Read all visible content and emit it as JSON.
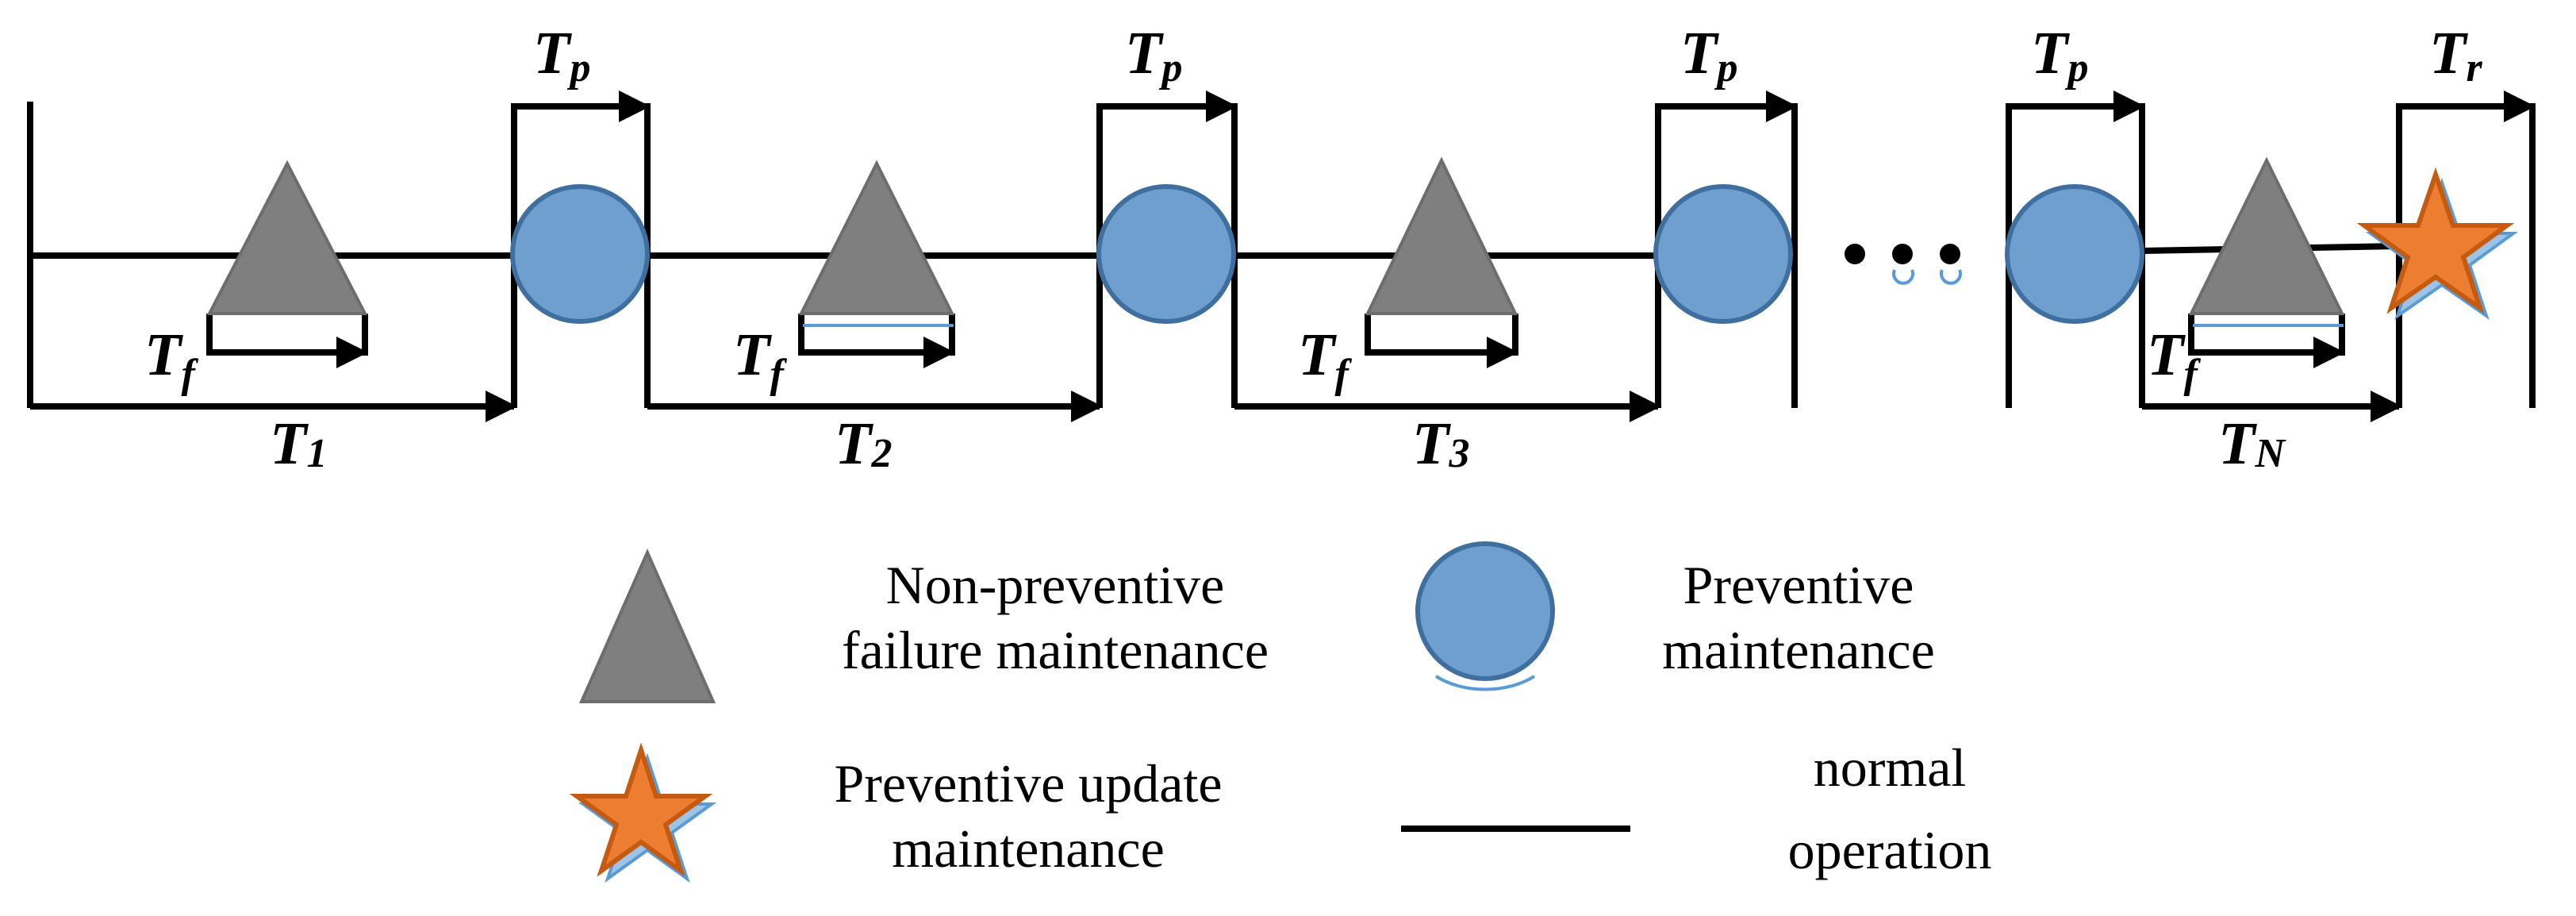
{
  "colors": {
    "line": "#000000",
    "failure_triangle": "#7f7f7f",
    "preventive_circle": "#6f9fcf",
    "update_star": "#ed7d31",
    "shadow": "#5b9bd5"
  },
  "labels": {
    "tp1": "T",
    "tp1_sub": "p",
    "tp2": "T",
    "tp2_sub": "p",
    "tp3": "T",
    "tp3_sub": "p",
    "tp4": "T",
    "tp4_sub": "p",
    "tr": "T",
    "tr_sub": "r",
    "tf1": "T",
    "tf1_sub": "f",
    "tf2": "T",
    "tf2_sub": "f",
    "tf3": "T",
    "tf3_sub": "f",
    "tf4": "T",
    "tf4_sub": "f",
    "t1": "T",
    "t1_sub": "1",
    "t2": "T",
    "t2_sub": "2",
    "t3": "T",
    "t3_sub": "3",
    "tn": "T",
    "tn_sub": "N"
  },
  "legend": {
    "failure_line1": "Non-preventive",
    "failure_line2": "failure maintenance",
    "preventive_line1": "Preventive",
    "preventive_line2": "maintenance",
    "update_line1": "Preventive update",
    "update_line2": "maintenance",
    "normal_line1": "normal",
    "normal_line2": "operation"
  },
  "icons": {
    "failure": "triangle-icon",
    "preventive": "circle-icon",
    "update": "star-icon",
    "ellipsis": "ellipsis-dots-icon"
  }
}
